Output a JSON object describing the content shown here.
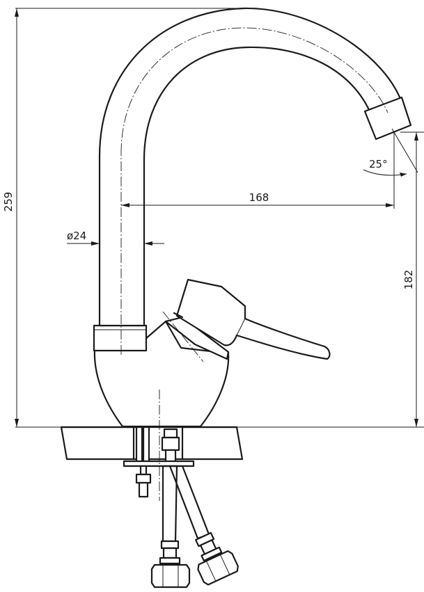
{
  "drawing": {
    "dimensions": {
      "total_height": "259",
      "spout_height": "182",
      "spout_reach": "168",
      "spout_diameter": "ø24",
      "spout_angle": "25°"
    }
  }
}
